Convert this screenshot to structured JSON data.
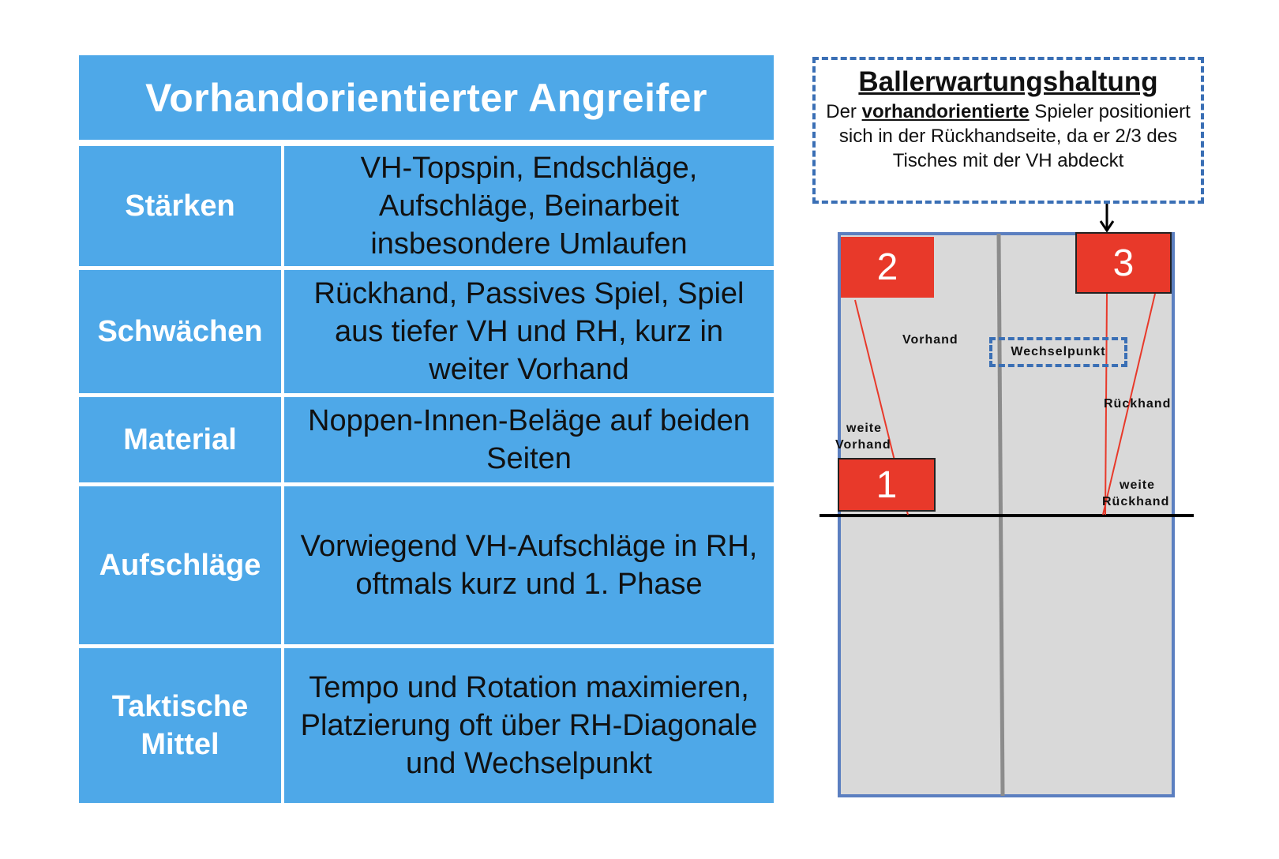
{
  "table": {
    "title": "Vorhandorientierter Angreifer",
    "rows": [
      {
        "label": "Stärken",
        "value": "VH-Topspin, Endschläge, Aufschläge, Beinarbeit insbesondere Umlaufen"
      },
      {
        "label": "Schwächen",
        "value": "Rückhand, Passives Spiel, Spiel aus tiefer VH und RH, kurz in weiter Vorhand"
      },
      {
        "label": "Material",
        "value": "Noppen-Innen-Beläge auf beiden Seiten"
      },
      {
        "label": "Aufschläge",
        "value": "Vorwiegend VH-Aufschläge in RH, oftmals kurz und 1. Phase"
      },
      {
        "label": "Taktische Mittel",
        "value": "Tempo und Rotation maximieren, Platzierung oft über RH-Diagonale und Wechselpunkt"
      }
    ]
  },
  "wait_box": {
    "title": "Ballerwartungshaltung",
    "text_before": "Der ",
    "highlight": "vorhandorientierte",
    "text_after": " Spieler positioniert sich in der Rückhandseite, da er 2/3 des Tisches mit der VH abdeckt"
  },
  "diagram": {
    "positions": [
      "1",
      "2",
      "3"
    ],
    "labels": {
      "vorhand": "Vorhand",
      "wechselpunkt": "Wechselpunkt",
      "rueckhand": "Rückhand",
      "weite_vorhand_1": "weite",
      "weite_vorhand_2": "Vorhand",
      "weite_rueckhand_1": "weite",
      "weite_rueckhand_2": "Rückhand"
    }
  },
  "colors": {
    "cell_blue": "#4ea8e8",
    "marker_red": "#e8392a",
    "table_grey": "#d9d9d9",
    "outline_blue": "#3a6fb5"
  }
}
